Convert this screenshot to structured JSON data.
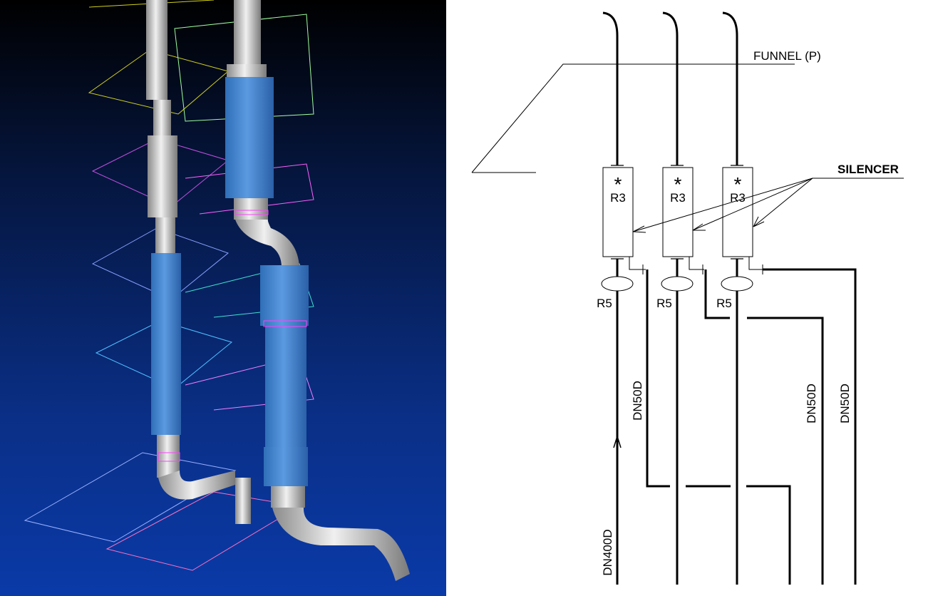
{
  "model_view": {
    "description_icon": "3d-piping-model"
  },
  "schematic": {
    "funnel_label": "FUNNEL (P)",
    "silencer_label": "SILENCER",
    "silencers": [
      {
        "mark": "*",
        "ref": "R3",
        "valve_ref": "R5"
      },
      {
        "mark": "*",
        "ref": "R3",
        "valve_ref": "R5"
      },
      {
        "mark": "*",
        "ref": "R3",
        "valve_ref": "R5"
      }
    ],
    "pipe_labels": {
      "main": "DN400D",
      "drain1": "DN50D",
      "drain2": "DN50D",
      "drain3": "DN50D"
    }
  }
}
